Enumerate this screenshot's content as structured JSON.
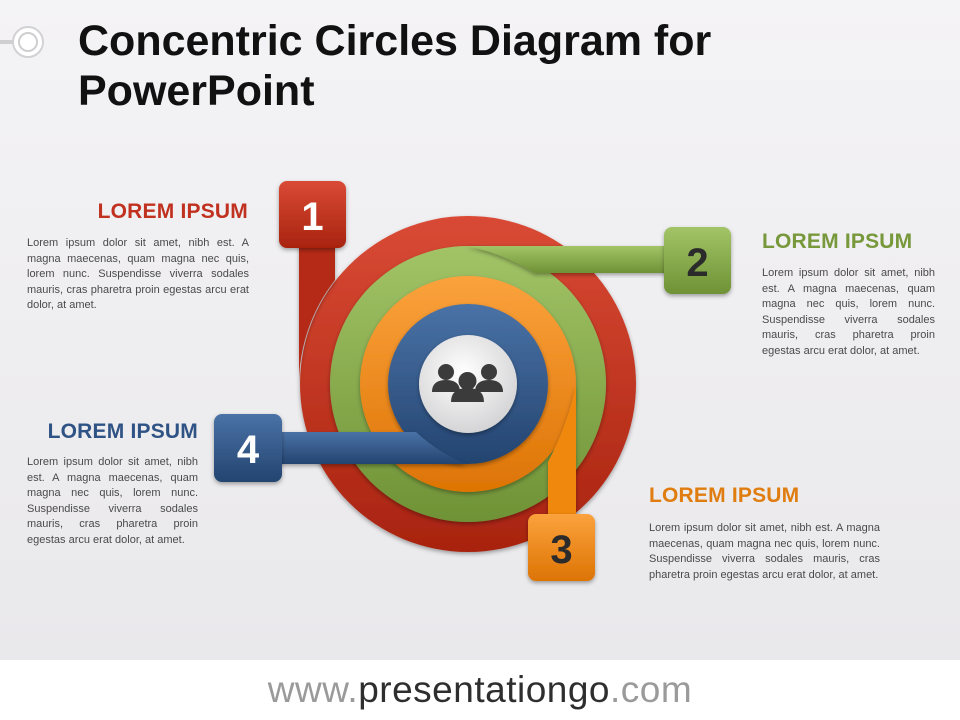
{
  "title": "Concentric Circles Diagram for PowerPoint",
  "colors": {
    "red": "#c0311f",
    "green": "#86a949",
    "orange": "#f08a17",
    "blue": "#2e5384",
    "center": "#e3e3e3",
    "icon": "#3b3b3b"
  },
  "center_icon": "people-group-icon",
  "items": [
    {
      "number": "1",
      "heading": "LOREM IPSUM",
      "text": "Lorem ipsum dolor sit amet, nibh est. A magna maecenas, quam magna nec quis, lorem nunc. Suspendisse viverra sodales mauris, cras pharetra proin egestas arcu erat dolor, at amet."
    },
    {
      "number": "2",
      "heading": "LOREM IPSUM",
      "text": "Lorem ipsum dolor sit amet, nibh est. A magna maecenas, quam magna nec quis, lorem nunc. Suspendisse viverra sodales mauris, cras pharetra proin egestas arcu erat dolor, at amet."
    },
    {
      "number": "3",
      "heading": "LOREM IPSUM",
      "text": "Lorem ipsum dolor sit amet, nibh est. A magna maecenas, quam magna nec quis, lorem nunc. Suspendisse viverra sodales mauris, cras pharetra proin egestas arcu erat dolor, at amet."
    },
    {
      "number": "4",
      "heading": "LOREM IPSUM",
      "text": "Lorem ipsum dolor sit amet, nibh est. A magna maecenas, quam magna nec quis, lorem nunc. Suspendisse viverra sodales mauris, cras pharetra proin egestas arcu erat dolor, at amet."
    }
  ],
  "footer": {
    "prefix": "www.",
    "brand": "presentationgo",
    "suffix": ".com"
  }
}
